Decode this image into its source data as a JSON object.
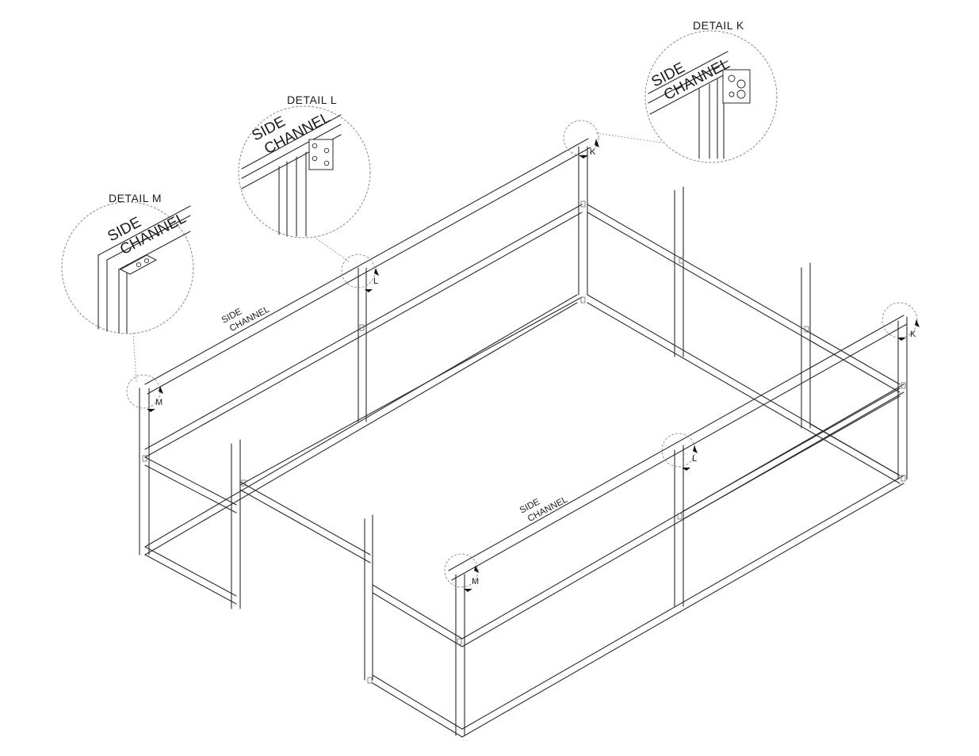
{
  "details": {
    "k": {
      "title": "DETAIL  K",
      "line1": "SIDE",
      "line2": "CHANNEL"
    },
    "l": {
      "title": "DETAIL  L",
      "line1": "SIDE",
      "line2": "CHANNEL"
    },
    "m": {
      "title": "DETAIL  M",
      "line1": "SIDE",
      "line2": "CHANNEL"
    }
  },
  "callouts": {
    "k": "K",
    "l": "L",
    "m": "M"
  },
  "channel_labels": {
    "left": {
      "line1": "SIDE",
      "line2": "CHANNEL"
    },
    "right": {
      "line1": "SIDE",
      "line2": "CHANNEL"
    }
  },
  "colors": {
    "line": "#2a2a2a",
    "background": "#ffffff"
  }
}
